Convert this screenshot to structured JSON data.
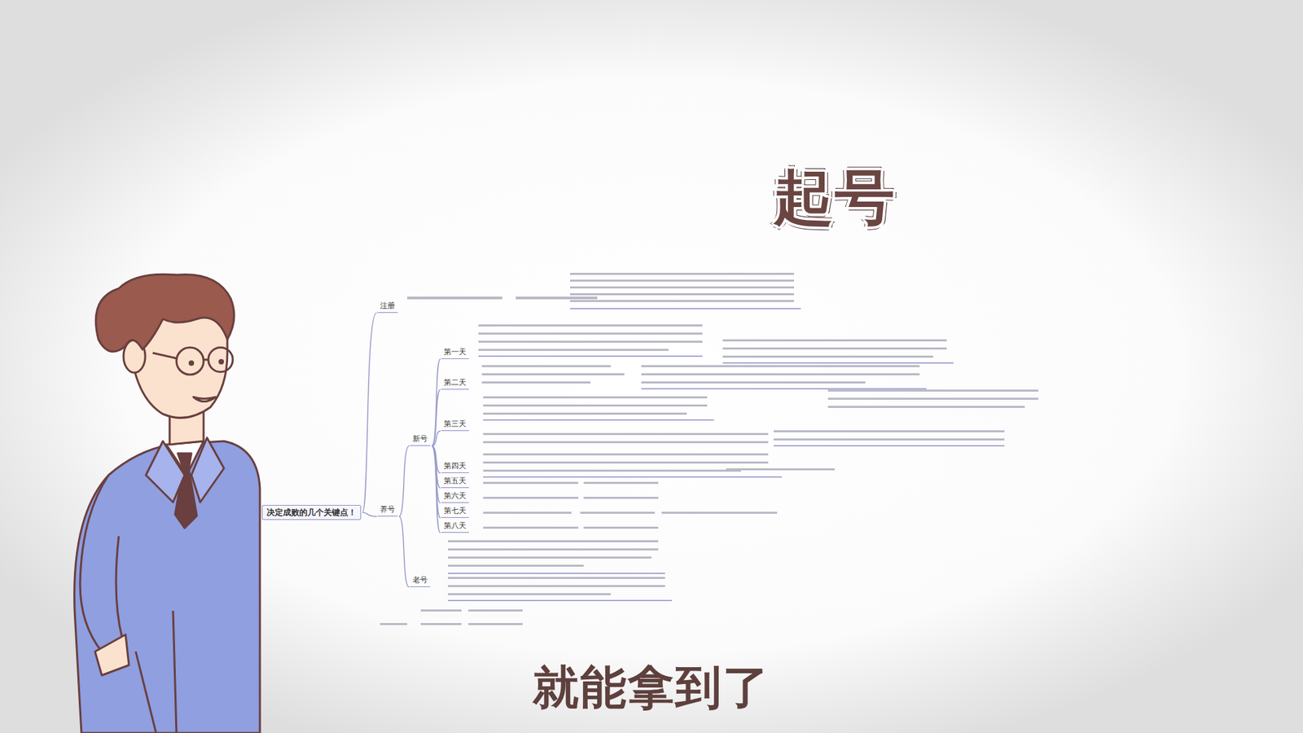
{
  "diagram": {
    "title": "起号",
    "caption": "就能拿到了",
    "nodes": [
      {
        "text": [
          "决定成败的几个关键点！"
        ]
      },
      {
        "text": [
          "注册"
        ]
      },
      {
        "text": [
          "养号"
        ]
      },
      {
        "text": [
          "新号"
        ]
      },
      {
        "text": [
          "第一天"
        ]
      },
      {
        "text": [
          "第二天"
        ]
      },
      {
        "text": [
          "第三天"
        ]
      },
      {
        "text": [
          "第四天"
        ]
      },
      {
        "text": [
          "第五天"
        ]
      },
      {
        "text": [
          "第六天"
        ]
      },
      {
        "text": [
          "第七天"
        ]
      },
      {
        "text": [
          "第八天"
        ]
      },
      {
        "text": [
          "老号"
        ]
      }
    ],
    "edges": [
      {
        "from": 0,
        "to": 1,
        "arrow": "none"
      },
      {
        "from": 0,
        "to": 2,
        "arrow": "none"
      },
      {
        "from": 2,
        "to": 3,
        "arrow": "none"
      },
      {
        "from": 2,
        "to": 12,
        "arrow": "none"
      },
      {
        "from": 3,
        "to": 4,
        "arrow": "none"
      },
      {
        "from": 3,
        "to": 5,
        "arrow": "none"
      },
      {
        "from": 3,
        "to": 6,
        "arrow": "none"
      },
      {
        "from": 3,
        "to": 7,
        "arrow": "none"
      },
      {
        "from": 3,
        "to": 8,
        "arrow": "none"
      },
      {
        "from": 3,
        "to": 9,
        "arrow": "none"
      },
      {
        "from": 3,
        "to": 10,
        "arrow": "none"
      },
      {
        "from": 3,
        "to": 11,
        "arrow": "none"
      }
    ]
  }
}
